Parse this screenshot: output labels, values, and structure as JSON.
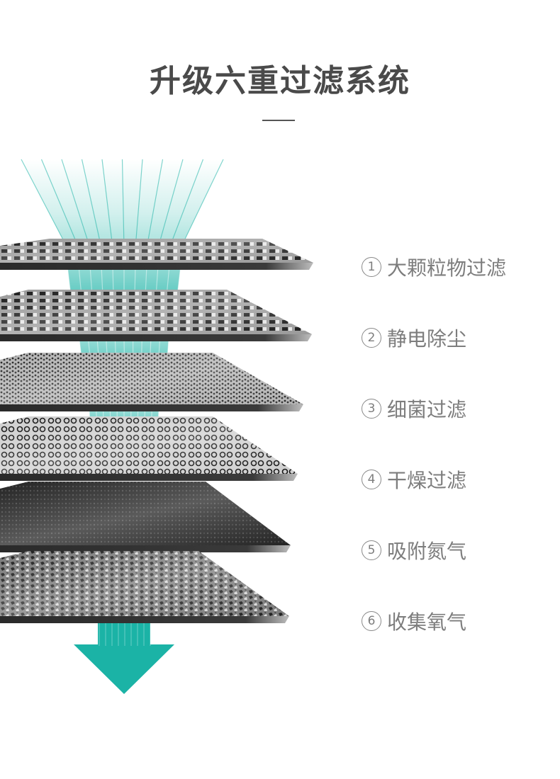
{
  "title": "升级六重过滤系统",
  "accent_color": "#1bb3a6",
  "layers": [
    {
      "num": "1",
      "label": "大颗粒物过滤",
      "pattern": "light-grid"
    },
    {
      "num": "2",
      "label": "静电除尘",
      "pattern": "light-grid"
    },
    {
      "num": "3",
      "label": "细菌过滤",
      "pattern": "dense-mesh"
    },
    {
      "num": "4",
      "label": "干燥过滤",
      "pattern": "mesh"
    },
    {
      "num": "5",
      "label": "吸附氮气",
      "pattern": "dark-mesh"
    },
    {
      "num": "6",
      "label": "收集氧气",
      "pattern": "granular"
    }
  ],
  "flow_direction": "down",
  "flow_arrow_icon": "down-arrow-icon"
}
